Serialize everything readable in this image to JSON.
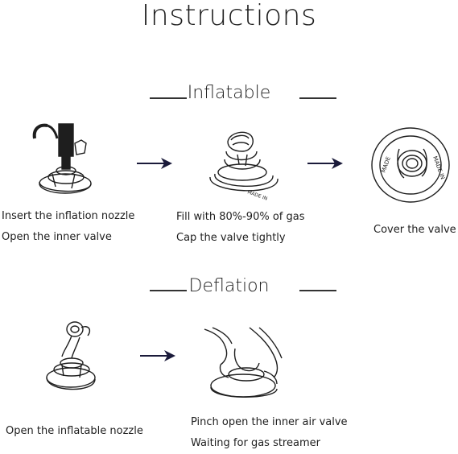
{
  "page": {
    "title": "Instructions"
  },
  "inflatable": {
    "heading": "Inflatable",
    "steps": [
      {
        "lines": [
          "Insert the inflation nozzle",
          "Open the inner valve"
        ],
        "icon": "nozzle-insert-icon"
      },
      {
        "lines": [
          "Fill with 80%-90% of gas",
          "Cap the valve tightly"
        ],
        "icon": "valve-cap-icon"
      },
      {
        "lines": [
          "Cover the valve"
        ],
        "icon": "covered-valve-icon"
      }
    ]
  },
  "deflation": {
    "heading": "Deflation",
    "steps": [
      {
        "lines": [
          "Open the inflatable nozzle"
        ],
        "icon": "open-nozzle-icon"
      },
      {
        "lines": [
          "Pinch open the inner air valve",
          "Waiting for gas streamer"
        ],
        "icon": "pinch-valve-icon"
      }
    ]
  },
  "colors": {
    "text": "#1e1e1e",
    "arrow": "#1a1a3a",
    "rule": "#333333"
  }
}
